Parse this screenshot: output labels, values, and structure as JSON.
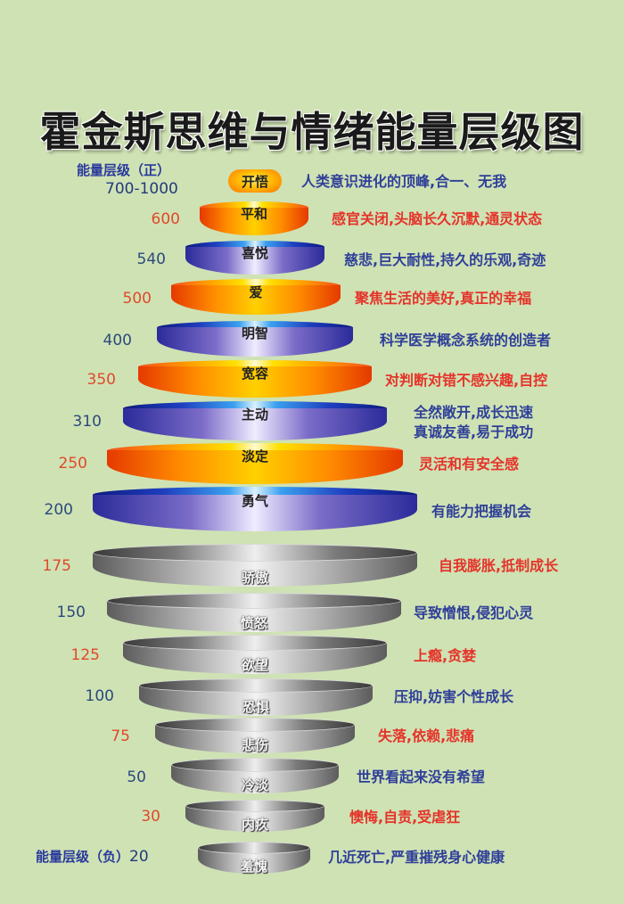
{
  "title": "霍金斯思维与情绪能量层级图",
  "axis": {
    "positive_label": "能量层级（正）",
    "positive_range": "700-1000",
    "negative_label": "能量层级（负）",
    "negative_level": "20"
  },
  "colors": {
    "background": "#cfe2b4",
    "positive_warm": "#ff9800",
    "positive_cool": "#1f3fbf",
    "negative": "#a8a8a8",
    "text_red": "#e5332a",
    "text_blue": "#2f3f99"
  },
  "levels": [
    {
      "value": "700-1000",
      "name": "开悟",
      "description": "人类意识进化的顶峰,合一、无我",
      "style": "pill",
      "desc_color": "blue"
    },
    {
      "value": "600",
      "name": "平和",
      "description": "感官关闭,头脑长久沉默,通灵状态",
      "style": "orange",
      "desc_color": "red"
    },
    {
      "value": "540",
      "name": "喜悦",
      "description": "慈悲,巨大耐性,持久的乐观,奇迹",
      "style": "blue",
      "desc_color": "blue"
    },
    {
      "value": "500",
      "name": "爱",
      "description": "聚焦生活的美好,真正的幸福",
      "style": "orange",
      "desc_color": "red"
    },
    {
      "value": "400",
      "name": "明智",
      "description": "科学医学概念系统的创造者",
      "style": "blue",
      "desc_color": "blue"
    },
    {
      "value": "350",
      "name": "宽容",
      "description": "对判断对错不感兴趣,自控",
      "style": "orange",
      "desc_color": "red"
    },
    {
      "value": "310",
      "name": "主动",
      "description": "全然敞开,成长迅速",
      "description2": "真诚友善,易于成功",
      "style": "blue",
      "desc_color": "blue"
    },
    {
      "value": "250",
      "name": "淡定",
      "description": "灵活和有安全感",
      "style": "orange",
      "desc_color": "red"
    },
    {
      "value": "200",
      "name": "勇气",
      "description": "有能力把握机会",
      "style": "blue",
      "desc_color": "blue"
    },
    {
      "value": "175",
      "name": "骄傲",
      "description": "自我膨胀,抵制成长",
      "style": "gray",
      "desc_color": "red"
    },
    {
      "value": "150",
      "name": "愤怒",
      "description": "导致憎恨,侵犯心灵",
      "style": "gray",
      "desc_color": "blue"
    },
    {
      "value": "125",
      "name": "欲望",
      "description": "上瘾,贪婪",
      "style": "gray",
      "desc_color": "red"
    },
    {
      "value": "100",
      "name": "恐惧",
      "description": "压抑,妨害个性成长",
      "style": "gray",
      "desc_color": "blue"
    },
    {
      "value": "75",
      "name": "悲伤",
      "description": "失落,依赖,悲痛",
      "style": "gray",
      "desc_color": "red"
    },
    {
      "value": "50",
      "name": "冷淡",
      "description": "世界看起来没有希望",
      "style": "gray",
      "desc_color": "blue"
    },
    {
      "value": "30",
      "name": "内疚",
      "description": "懊悔,自责,受虐狂",
      "style": "gray",
      "desc_color": "red"
    },
    {
      "value": "20",
      "name": "羞愧",
      "description": "几近死亡,严重摧残身心健康",
      "style": "gray",
      "desc_color": "blue"
    }
  ]
}
